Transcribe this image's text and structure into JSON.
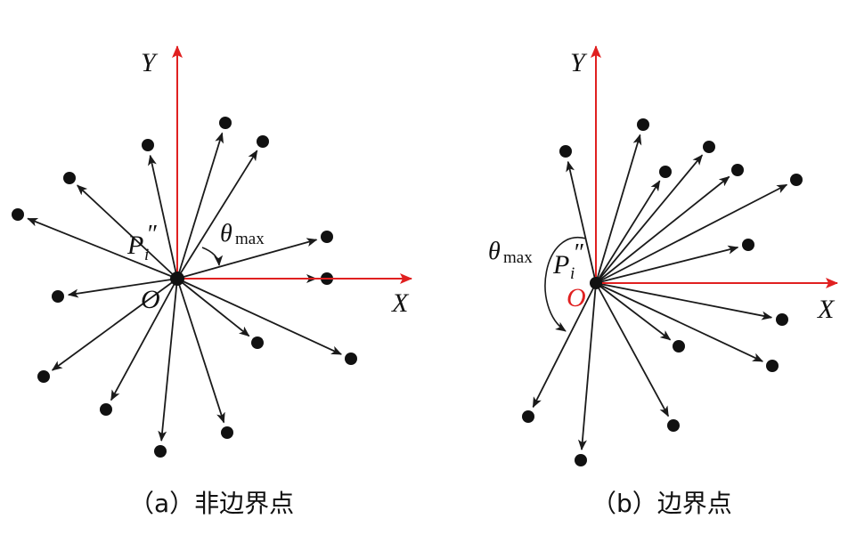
{
  "colors": {
    "axis": "#e02020",
    "ray": "#1a1a1a",
    "origin_label_b": "#e02020"
  },
  "panel_a": {
    "y_axis_label": "Y",
    "x_axis_label": "X",
    "origin_label": "O",
    "point_label_base": "P",
    "point_label_sub": "i",
    "point_label_sup": "″",
    "theta_symbol": "θ",
    "theta_sub": "max",
    "caption": "（a）非边界点"
  },
  "panel_b": {
    "y_axis_label": "Y",
    "x_axis_label": "X",
    "origin_label": "O",
    "point_label_base": "P",
    "point_label_sub": "i",
    "point_label_sup": "″",
    "theta_symbol": "θ",
    "theta_sub": "max",
    "caption": "（b）边界点"
  }
}
